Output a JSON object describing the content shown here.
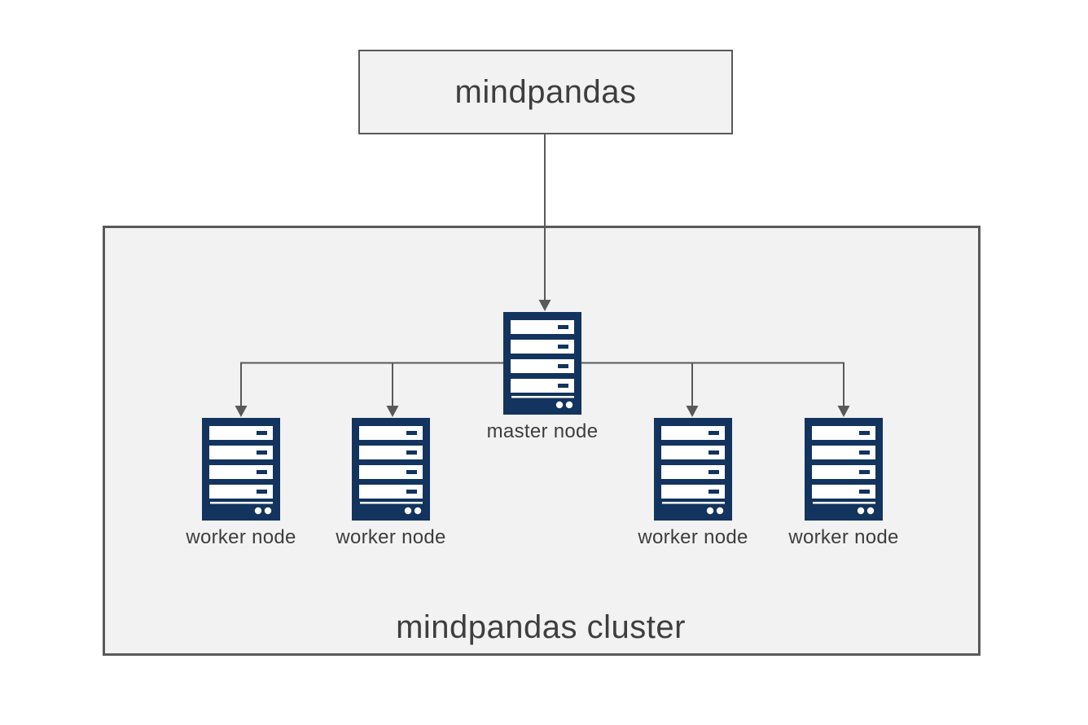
{
  "diagram": {
    "title_box": {
      "label": "mindpandas"
    },
    "cluster": {
      "label": "mindpandas cluster",
      "master": {
        "label": "master node",
        "icon": "server-icon"
      },
      "workers": [
        {
          "label": "worker node",
          "icon": "server-icon"
        },
        {
          "label": "worker node",
          "icon": "server-icon"
        },
        {
          "label": "worker node",
          "icon": "server-icon"
        },
        {
          "label": "worker node",
          "icon": "server-icon"
        }
      ]
    },
    "connections": [
      {
        "from": "mindpandas",
        "to": "master node",
        "style": "arrow-down"
      },
      {
        "from": "master node",
        "to": "worker node 1",
        "style": "arrow-down"
      },
      {
        "from": "master node",
        "to": "worker node 2",
        "style": "arrow-down"
      },
      {
        "from": "master node",
        "to": "worker node 3",
        "style": "arrow-down"
      },
      {
        "from": "master node",
        "to": "worker node 4",
        "style": "arrow-down"
      }
    ],
    "colors": {
      "server_navy": "#12345e",
      "box_fill": "#f2f2f2",
      "border_line_gray": "#595959",
      "text_dark": "#3e3e3e",
      "background": "#ffffff"
    },
    "icons": {
      "server": "server-icon",
      "arrowhead": "arrow-down-icon"
    }
  }
}
